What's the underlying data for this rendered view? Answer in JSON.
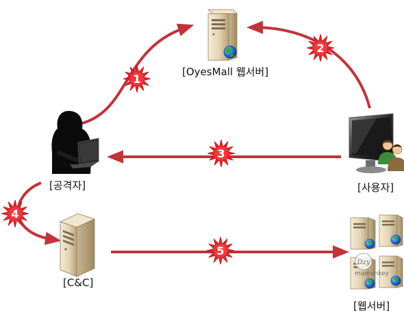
{
  "labels": {
    "webserver": "[OyesMall 웹서버]",
    "attacker": "[공격자]",
    "user": "[사용자]",
    "cc": "[C&C]",
    "webfarm": "[웹서버]"
  },
  "steps": [
    "1",
    "2",
    "3",
    "4",
    "5"
  ],
  "watermark": {
    "logo": "Dzy",
    "text": "mamonkey"
  },
  "colors": {
    "arrow": "#c0343a",
    "burst": "#e3262b",
    "burst_text": "#ffffff"
  },
  "icons": {
    "webserver": "server-globe-icon",
    "attacker": "hacker-laptop-icon",
    "user": "monitor-users-icon",
    "cc": "server-icon",
    "webfarm": "server-cluster-icon"
  }
}
